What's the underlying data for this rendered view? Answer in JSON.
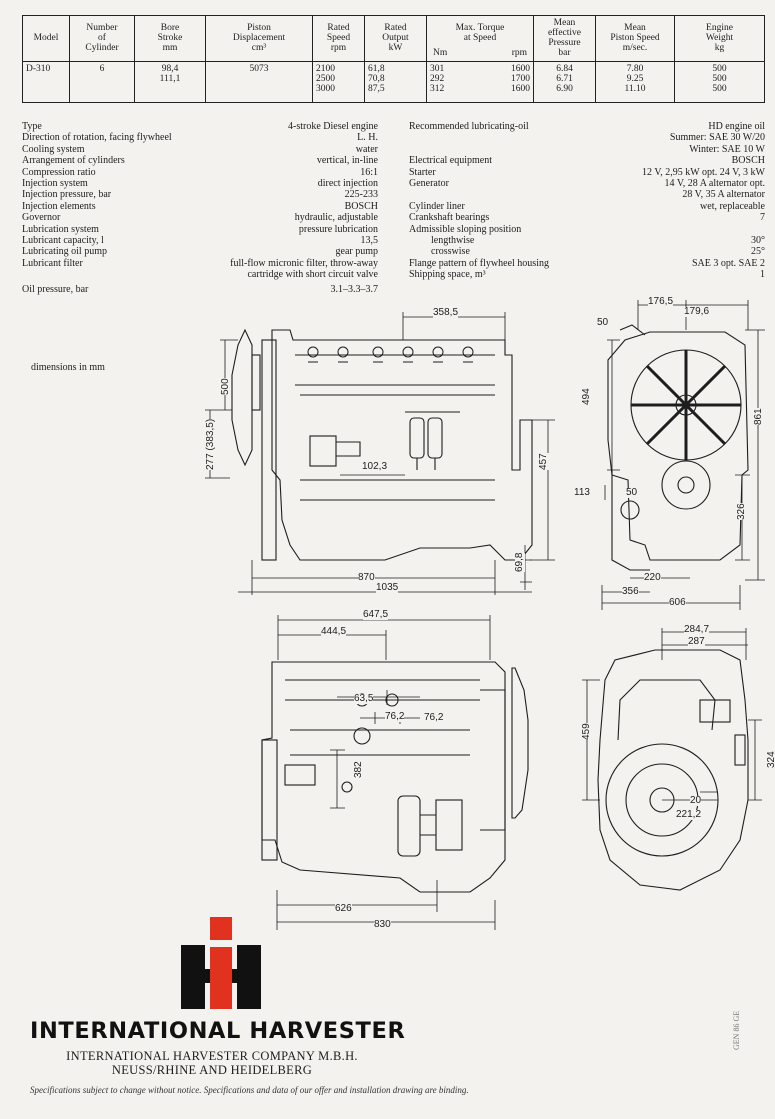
{
  "table": {
    "headers": {
      "model": "Model",
      "cylinders": [
        "Number",
        "of",
        "Cylinder"
      ],
      "bore": [
        "Bore",
        "Stroke",
        "mm"
      ],
      "displacement": [
        "Piston",
        "Displacement",
        "cm³"
      ],
      "speed": [
        "Rated",
        "Speed",
        "rpm"
      ],
      "output": [
        "Rated",
        "Output",
        "kW"
      ],
      "torque": [
        "Max. Torque",
        "at Speed"
      ],
      "torque_nm": "Nm",
      "torque_rpm": "rpm",
      "mep": [
        "Mean",
        "effective",
        "Pressure",
        "bar"
      ],
      "piston_speed": [
        "Mean",
        "Piston Speed",
        "m/sec."
      ],
      "weight": [
        "Engine",
        "Weight",
        "kg"
      ]
    },
    "row": {
      "model": "D-310",
      "cylinders": "6",
      "bore": [
        "98,4",
        "111,1"
      ],
      "displacement": "5073",
      "speed": [
        "2100",
        "2500",
        "3000"
      ],
      "output": [
        "61,8",
        "70,8",
        "87,5"
      ],
      "torque_nm": [
        "301",
        "292",
        "312"
      ],
      "torque_rpm": [
        "1600",
        "1700",
        "1600"
      ],
      "mep": [
        "6.84",
        "6.71",
        "6.90"
      ],
      "piston_speed": [
        "7.80",
        "9.25",
        "11.10"
      ],
      "weight": [
        "500",
        "500",
        "500"
      ]
    }
  },
  "specs_left": [
    {
      "label": "Type",
      "value": "4-stroke Diesel engine"
    },
    {
      "label": "Direction of rotation, facing flywheel",
      "value": "L. H."
    },
    {
      "label": "Cooling system",
      "value": "water"
    },
    {
      "label": "Arrangement of cylinders",
      "value": "vertical, in-line"
    },
    {
      "label": "Compression ratio",
      "value": "16:1"
    },
    {
      "label": "Injection system",
      "value": "direct injection"
    },
    {
      "label": "Injection pressure, bar",
      "value": "225-233"
    },
    {
      "label": "Injection elements",
      "value": "BOSCH"
    },
    {
      "label": "Governor",
      "value": "hydraulic, adjustable"
    },
    {
      "label": "Lubrication system",
      "value": "pressure lubrication"
    },
    {
      "label": "Lubricant capacity, l",
      "value": "13,5"
    },
    {
      "label": "Lubricating oil pump",
      "value": "gear pump"
    },
    {
      "label": "Lubricant filter",
      "value": "full-flow micronic filter, throw-away"
    },
    {
      "label": "",
      "value": "cartridge with short circuit valve"
    },
    {
      "label": "Oil pressure, bar",
      "value": "3.1–3.3–3.7"
    }
  ],
  "specs_right": [
    {
      "label": "Recommended lubricating-oil",
      "value": "HD engine oil"
    },
    {
      "label": "",
      "value": "Summer:   SAE 30 W/20"
    },
    {
      "label": "",
      "value": "Winter:   SAE 10 W"
    },
    {
      "label": "Electrical equipment",
      "value": "BOSCH"
    },
    {
      "label": "Starter",
      "value": "12 V, 2,95 kW     opt. 24 V, 3 kW"
    },
    {
      "label": "Generator",
      "value": "14 V, 28 A alternator opt."
    },
    {
      "label": "",
      "value": "28 V, 35 A alternator"
    },
    {
      "label": "Cylinder liner",
      "value": "wet, replaceable"
    },
    {
      "label": "Crankshaft bearings",
      "value": "7"
    },
    {
      "label": "Admissible sloping position",
      "value": ""
    },
    {
      "label": "lengthwise",
      "value": "30°",
      "indent": true
    },
    {
      "label": "crosswise",
      "value": "25°",
      "indent": true
    },
    {
      "label": "Flange pattern of flywheel housing",
      "value": "SAE 3 opt. SAE 2"
    },
    {
      "label": "Shipping space, m³",
      "value": "1"
    }
  ],
  "dimensions_note": "dimensions in mm",
  "dims": {
    "side1": [
      "358,5",
      "500",
      "277 (383,5)",
      "102,3",
      "457",
      "69,8",
      "870",
      "1035"
    ],
    "front1": [
      "176,5",
      "179,6",
      "50",
      "494",
      "861",
      "113",
      "50",
      "326",
      "220",
      "356",
      "606"
    ],
    "side2": [
      "647,5",
      "444,5",
      "63,5",
      "76,2",
      "76,2",
      "382",
      "626",
      "830"
    ],
    "rear": [
      "284,7",
      "287",
      "459",
      "324",
      "20",
      "221,2"
    ]
  },
  "logo": {
    "text": "INTERNATIONAL HARVESTER",
    "mark": "IH"
  },
  "company": [
    "INTERNATIONAL HARVESTER COMPANY M.B.H.",
    "NEUSS/RHINE AND HEIDELBERG"
  ],
  "disclaimer": "Specifications subject to change without notice. Specifications and data of our offer and installation drawing are binding.",
  "stamp": "GEN 86 GE",
  "colors": {
    "logo_red": "#e0321e",
    "logo_black": "#111111",
    "paper": "#f3f2ef",
    "ink": "#1d1d1d"
  }
}
